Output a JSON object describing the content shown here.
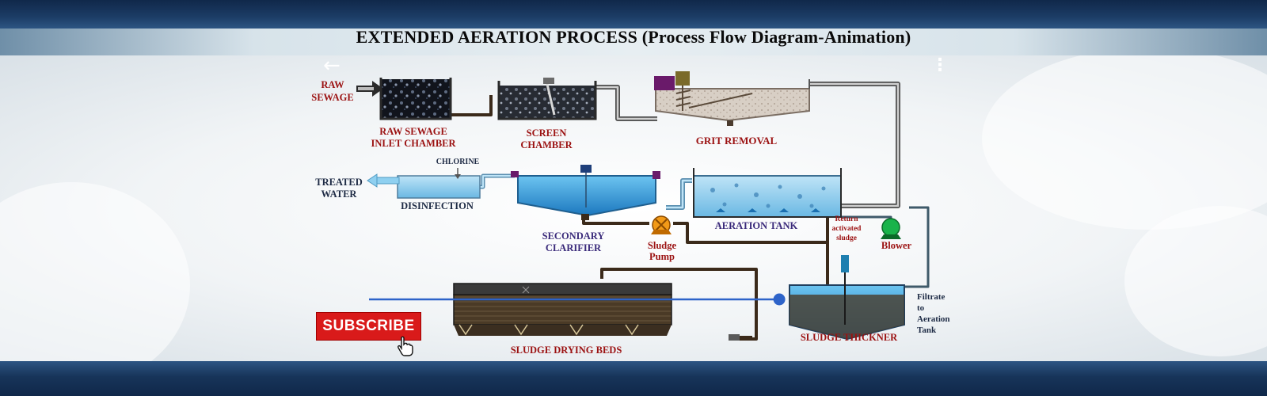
{
  "video": {
    "title": "EXTENDED AERATION PROCESS (Process Flow Diagram-Animation)",
    "subscribe_label": "SUBSCRIBE",
    "back_icon": "arrow-left-icon",
    "menu_icon": "more-vertical-icon",
    "back_glyph": "←",
    "menu_glyph": "⋮"
  },
  "diagram": {
    "raw_sewage_1": "RAW",
    "raw_sewage_2": "SEWAGE",
    "inlet_1": "RAW SEWAGE",
    "inlet_2": "INLET CHAMBER",
    "screen_1": "SCREEN",
    "screen_2": "CHAMBER",
    "grit": "GRIT  REMOVAL",
    "chlorine": "CHLORINE",
    "treated_1": "TREATED",
    "treated_2": "WATER",
    "disinfection": "DISINFECTION",
    "secondary_1": "SECONDARY",
    "secondary_2": "CLARIFIER",
    "pump_1": "Sludge",
    "pump_2": "Pump",
    "aeration": "AERATION TANK",
    "return_1": "Return",
    "return_2": "activated",
    "return_3": "sludge",
    "blower": "Blower",
    "beds": "SLUDGE DRYING BEDS",
    "thickner": "SLUDGE THICKNER",
    "filtrate_1": "Filtrate",
    "filtrate_2": "to",
    "filtrate_3": "Aeration",
    "filtrate_4": "Tank"
  },
  "colors": {
    "label_red": "#9b1111",
    "label_purple": "#3a2a7a",
    "label_dark": "#1d2a44",
    "water_blue": "#2f9ad8",
    "pipe": "#3b2a1a",
    "progress_blue": "#2d63c9"
  },
  "progress": {
    "fraction": 0.65
  }
}
